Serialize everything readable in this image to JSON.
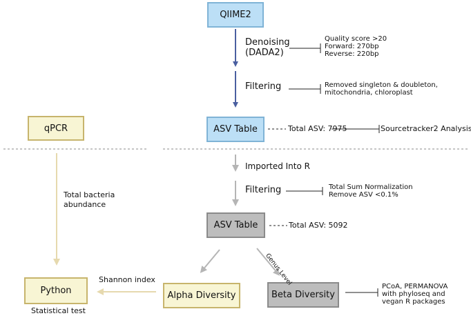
{
  "nodes": {
    "qiime2": "QIIME2",
    "asv_table_top": "ASV Table",
    "qpcr": "qPCR",
    "asv_table_bottom": "ASV Table",
    "alpha_diversity": "Alpha Diversity",
    "beta_diversity": "Beta Diversity",
    "python": "Python"
  },
  "steps": {
    "denoising_line1": "Denoising",
    "denoising_line2": "(DADA2)",
    "filtering_top": "Filtering",
    "imported": "Imported Into R",
    "filtering_bottom": "Filtering",
    "genus_level": "Genus Level",
    "shannon": "Shannon index",
    "total_bacteria_line1": "Total bacteria",
    "total_bacteria_line2": "abundance",
    "statistical_test": "Statistical test"
  },
  "notes": {
    "denoising": [
      "Quality score >20",
      "Forward: 270bp",
      "Reverse: 220bp"
    ],
    "filtering_top": [
      "Removed singleton & doubleton,",
      "mitochondria, chloroplast"
    ],
    "total_asv_top": "Total ASV: 7975",
    "sourcetracker": "Sourcetracker2 Analysis",
    "filtering_bottom": [
      "Total Sum Normalization",
      "Remove ASV <0.1%"
    ],
    "total_asv_bottom": "Total ASV: 5092",
    "beta": [
      "PCoA, PERMANOVA",
      "with phyloseq and",
      "vegan R packages"
    ]
  },
  "colors": {
    "blue_arrow": "#4a5fa0",
    "gray_arrow": "#b5b5b5",
    "tan_arrow": "#e6d9ae",
    "connector": "#222222",
    "divider": "#888888"
  }
}
